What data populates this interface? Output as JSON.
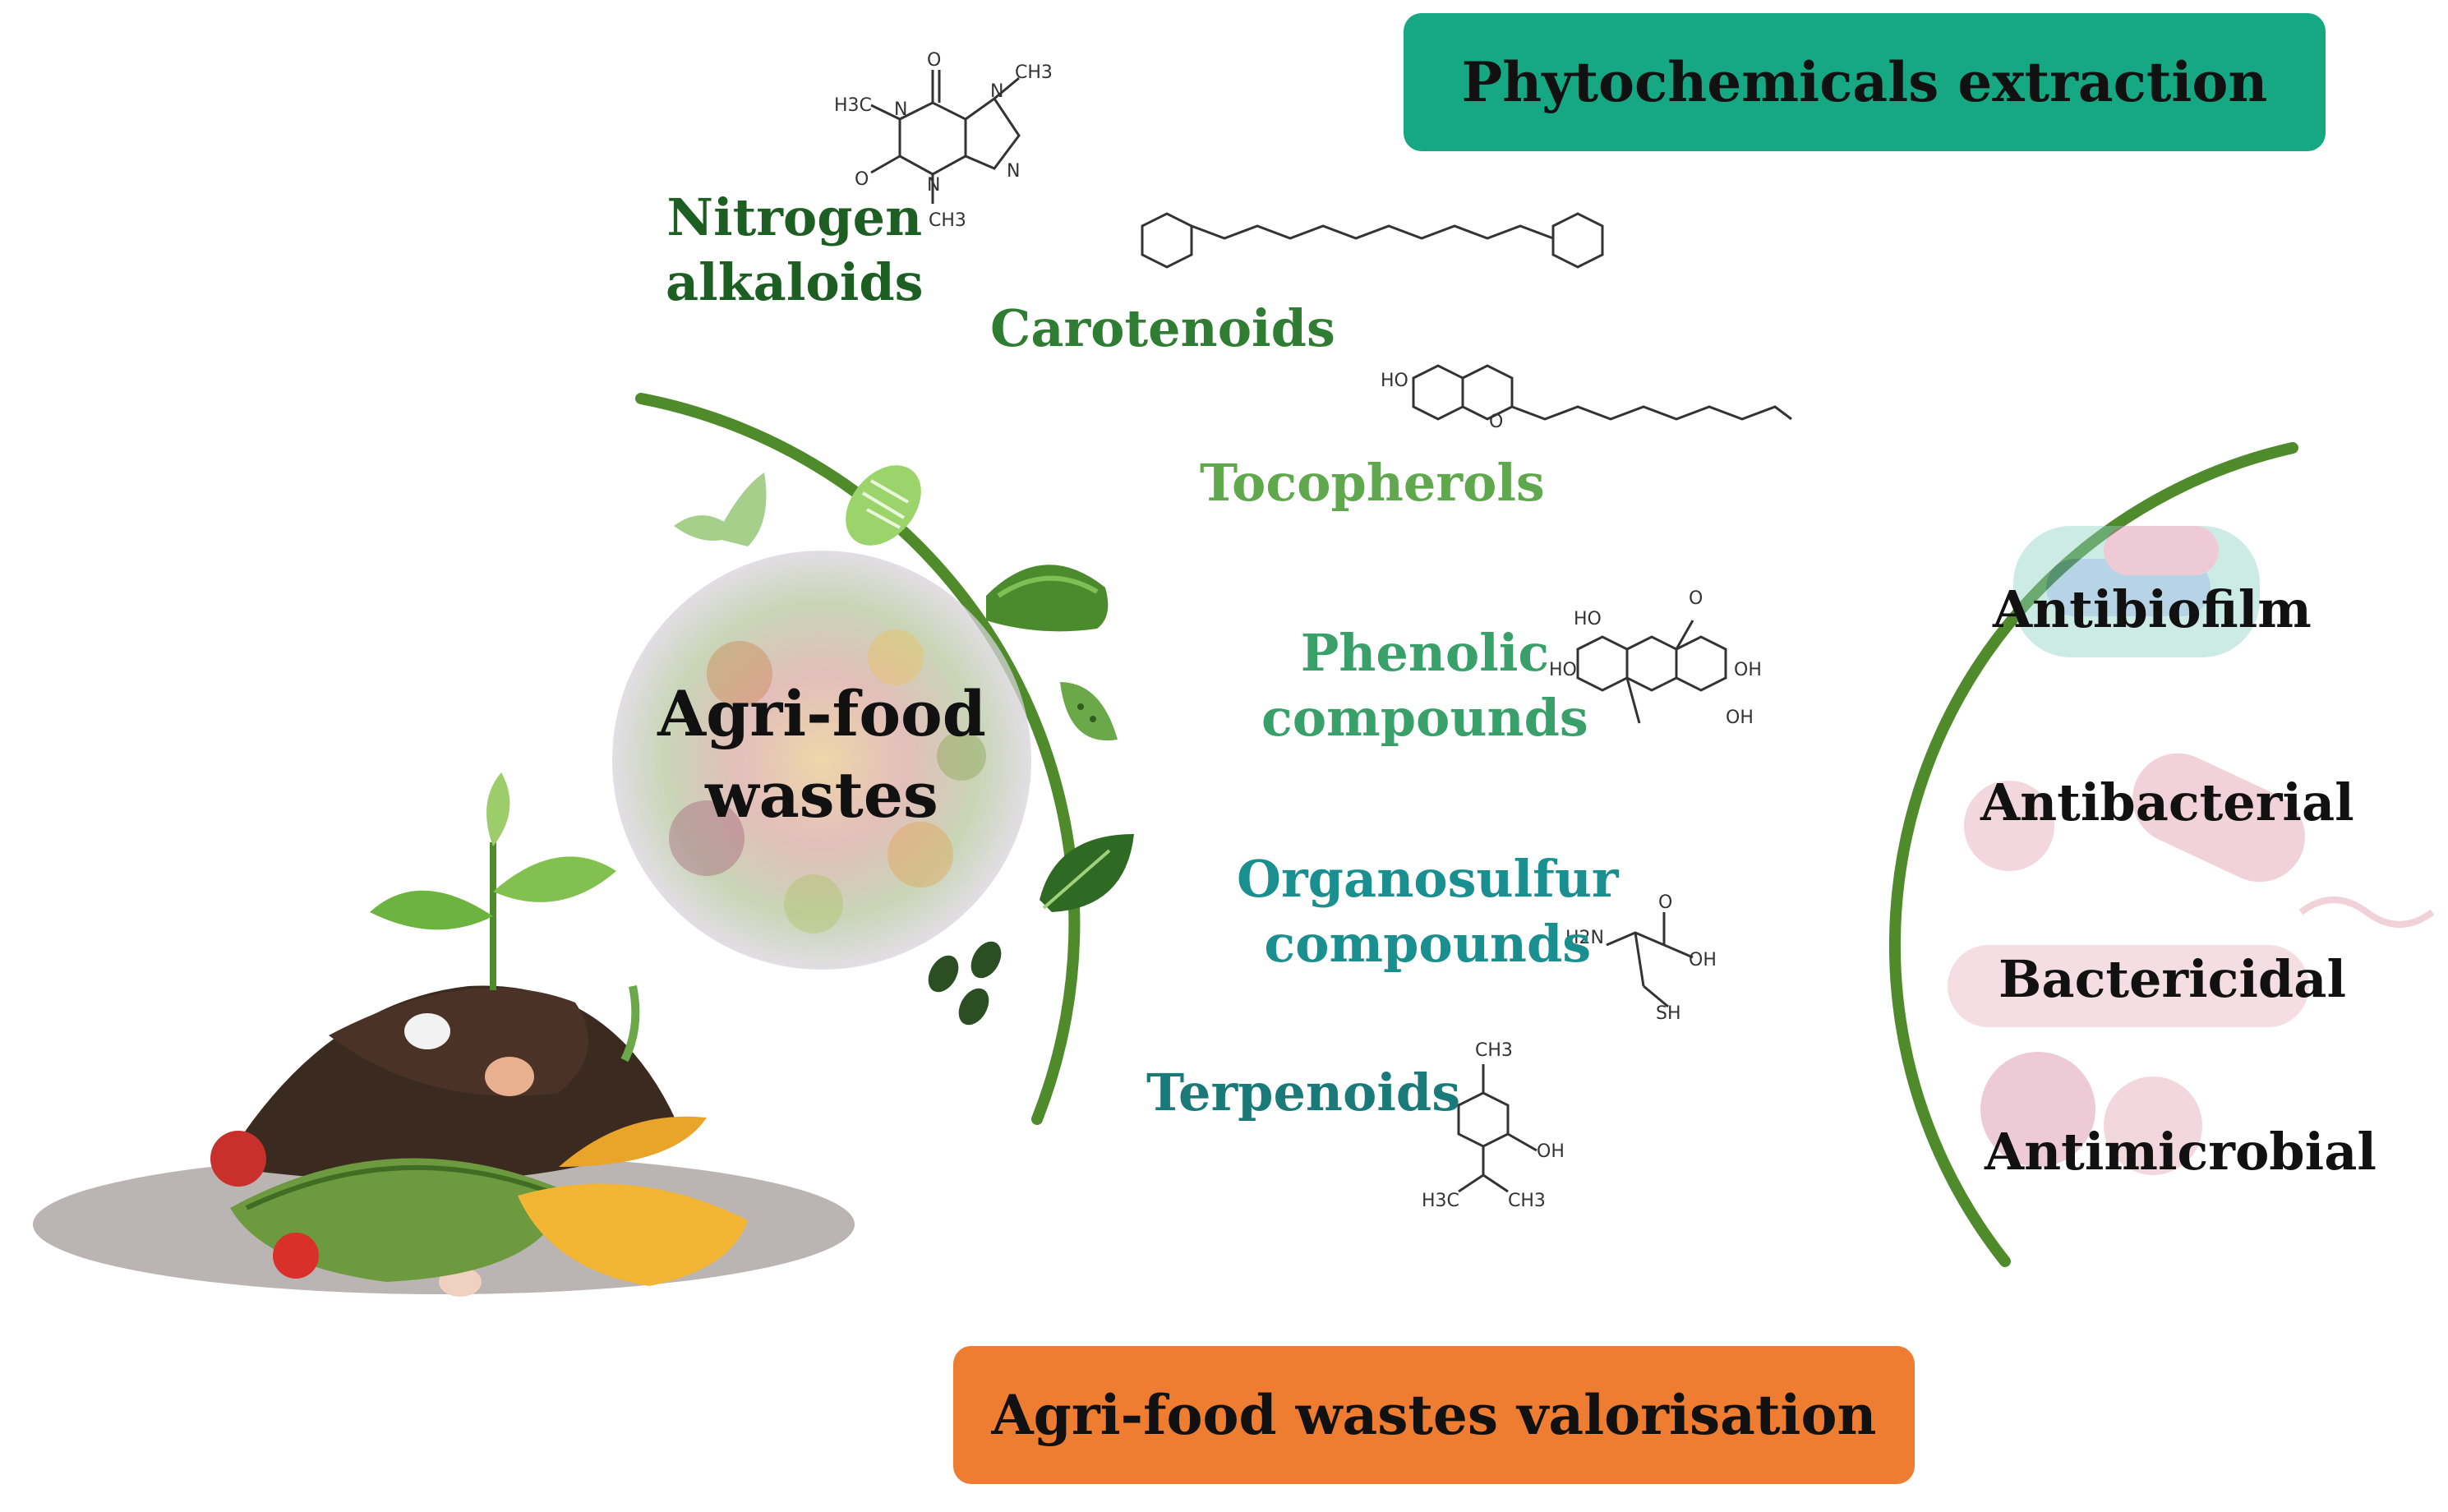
{
  "banners": {
    "top": "Phytochemicals extraction",
    "bottom": "Agri-food wastes valorisation"
  },
  "center": {
    "line1": "Agri-food",
    "line2": "wastes"
  },
  "classes": [
    {
      "line1": "Nitrogen",
      "line2": "alkaloids",
      "color": "#1d5e22"
    },
    {
      "line1": "Carotenoids",
      "color": "#2e7d32"
    },
    {
      "line1": "Tocopherols",
      "color": "#5fa84e"
    },
    {
      "line1": "Phenolic",
      "line2": "compounds",
      "color": "#3aa06a"
    },
    {
      "line1": "Organosulfur",
      "line2": "compounds",
      "color": "#1a8f8f"
    },
    {
      "line1": "Terpenoids",
      "color": "#1a7a7a"
    }
  ],
  "activities": [
    "Antibiofilm",
    "Antibacterial",
    "Bactericidal",
    "Antimicrobial"
  ],
  "structure_labels": {
    "caffeine": {
      "methyl_left": "H3C",
      "methyl_top": "CH3",
      "methyl_bottom": "CH3",
      "n1": "N",
      "n3": "N",
      "n7": "N",
      "n9": "N",
      "o1": "O",
      "o2": "O"
    },
    "tocopherol": {
      "oh": "HO",
      "o": "O"
    },
    "ellagic": {
      "oh": "HO",
      "oh2": "HO",
      "oh3": "OH",
      "oh4": "OH",
      "o": "O"
    },
    "cysteine": {
      "nh2": "H2N",
      "oh": "OH",
      "sh": "SH",
      "o": "O"
    },
    "thymol": {
      "ch3_top": "CH3",
      "oh": "OH",
      "h3c": "H3C",
      "ch3": "CH3"
    }
  },
  "colors": {
    "arc": "#4f8a2b",
    "banner_top": "#16a783",
    "banner_bottom": "#ee7d31"
  },
  "icons": [
    "leaf-sprout-icon",
    "peanut-icon",
    "herb-pile-icon",
    "seed-icon",
    "leaf-icon",
    "coffee-beans-icon",
    "compost-pile-icon",
    "bacteria-icon"
  ]
}
